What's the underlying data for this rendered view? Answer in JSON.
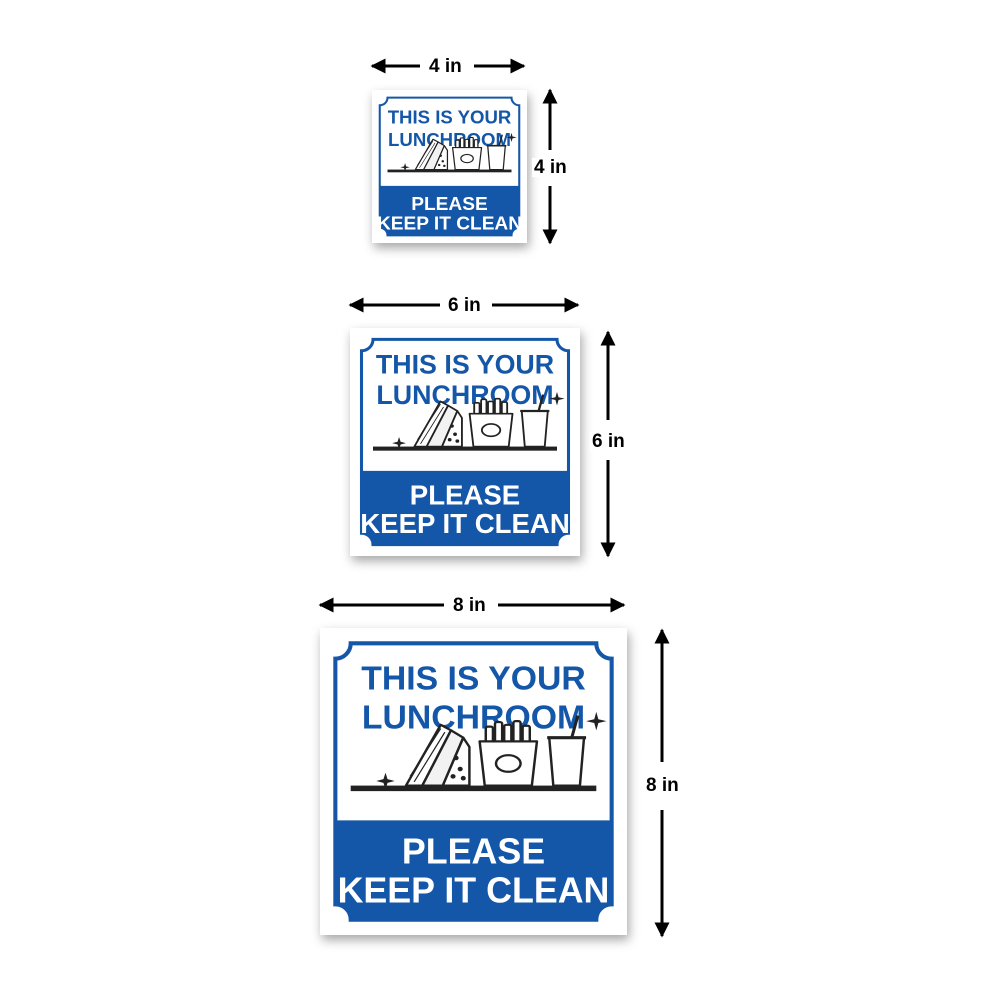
{
  "colors": {
    "brand_blue": "#1457a8",
    "panel_text": "#ffffff",
    "arrow": "#000000"
  },
  "signs": [
    {
      "size_label": "4 in",
      "width_label": "4 in",
      "height_label": "4 in",
      "title_line1": "THIS IS YOUR",
      "title_line2": "LUNCHROOM",
      "message_line1": "PLEASE",
      "message_line2": "KEEP IT CLEAN",
      "illustration_icons": [
        "sandwich-icon",
        "fries-icon",
        "cup-icon",
        "sparkle-icon"
      ]
    },
    {
      "size_label": "6 in",
      "width_label": "6 in",
      "height_label": "6 in",
      "title_line1": "THIS IS YOUR",
      "title_line2": "LUNCHROOM",
      "message_line1": "PLEASE",
      "message_line2": "KEEP IT CLEAN",
      "illustration_icons": [
        "sandwich-icon",
        "fries-icon",
        "cup-icon",
        "sparkle-icon"
      ]
    },
    {
      "size_label": "8 in",
      "width_label": "8 in",
      "height_label": "8 in",
      "title_line1": "THIS IS YOUR",
      "title_line2": "LUNCHROOM",
      "message_line1": "PLEASE",
      "message_line2": "KEEP IT CLEAN",
      "illustration_icons": [
        "sandwich-icon",
        "fries-icon",
        "cup-icon",
        "sparkle-icon"
      ]
    }
  ]
}
